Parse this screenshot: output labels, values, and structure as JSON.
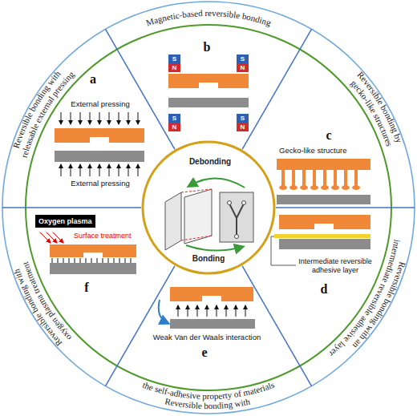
{
  "diagram": {
    "nodes": [
      {
        "text": [
          "Oxygen plasma"
        ]
      }
    ],
    "labels": [
      "Magnetic-based reversible bonding",
      "Reversible bonding by gecko-like structures",
      "Reversible bonding with an intermediate reversible adhesive layer",
      "Reversible bonding with the self-adhesive property of materials",
      "Reversible bonding with oxygen plasma treatment",
      "Reversible bonding with releasable external pressing",
      "a",
      "External pressing",
      "External pressing",
      "b",
      "S",
      "N",
      "S",
      "N",
      "S",
      "N",
      "S",
      "N",
      "c",
      "Gecko-like structure",
      "d",
      "Intermediate reversible adhesive layer",
      "e",
      "Weak Van der Waals interaction",
      "f",
      "Surface treatment",
      "Debonding",
      "Bonding"
    ]
  }
}
